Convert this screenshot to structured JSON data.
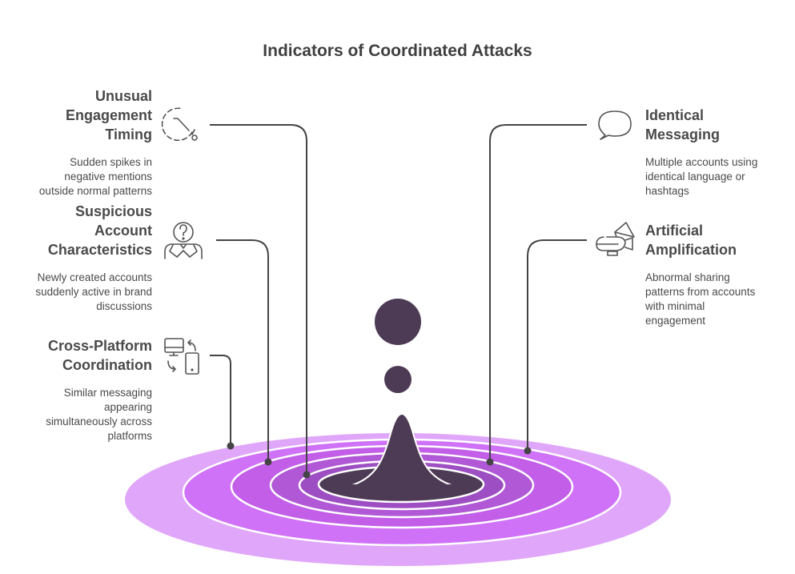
{
  "title": "Indicators of Coordinated Attacks",
  "left": [
    {
      "title": "Unusual Engagement Timing",
      "title_lines": [
        "Unusual",
        "Engagement",
        "Timing"
      ],
      "desc_lines": [
        "Sudden spikes in",
        "negative mentions",
        "outside normal patterns"
      ],
      "icon": "clock-icon"
    },
    {
      "title": "Suspicious Account Characteristics",
      "title_lines": [
        "Suspicious",
        "Account",
        "Characteristics"
      ],
      "desc_lines": [
        "Newly created accounts",
        "suddenly active in brand",
        "discussions"
      ],
      "icon": "question-person-icon"
    },
    {
      "title": "Cross-Platform Coordination",
      "title_lines": [
        "Cross-Platform",
        "Coordination"
      ],
      "desc_lines": [
        "Similar messaging",
        "appearing",
        "simultaneously across",
        "platforms"
      ],
      "icon": "devices-sync-icon"
    }
  ],
  "right": [
    {
      "title": "Identical Messaging",
      "title_lines": [
        "Identical",
        "Messaging"
      ],
      "desc_lines": [
        "Multiple accounts using",
        "identical language or",
        "hashtags"
      ],
      "icon": "speech-bubble-icon"
    },
    {
      "title": "Artificial Amplification",
      "title_lines": [
        "Artificial",
        "Amplification"
      ],
      "desc_lines": [
        "Abnormal sharing",
        "patterns from accounts",
        "with minimal",
        "engagement"
      ],
      "icon": "blimp-megaphone-icon"
    }
  ],
  "colors": {
    "ring_outer": "#e0a6fa",
    "ring2": "#d072f8",
    "ring3": "#c25ee8",
    "ring4": "#b058d6",
    "ring5": "#9d4ec2",
    "core": "#4d3b55",
    "line": "#444444"
  }
}
